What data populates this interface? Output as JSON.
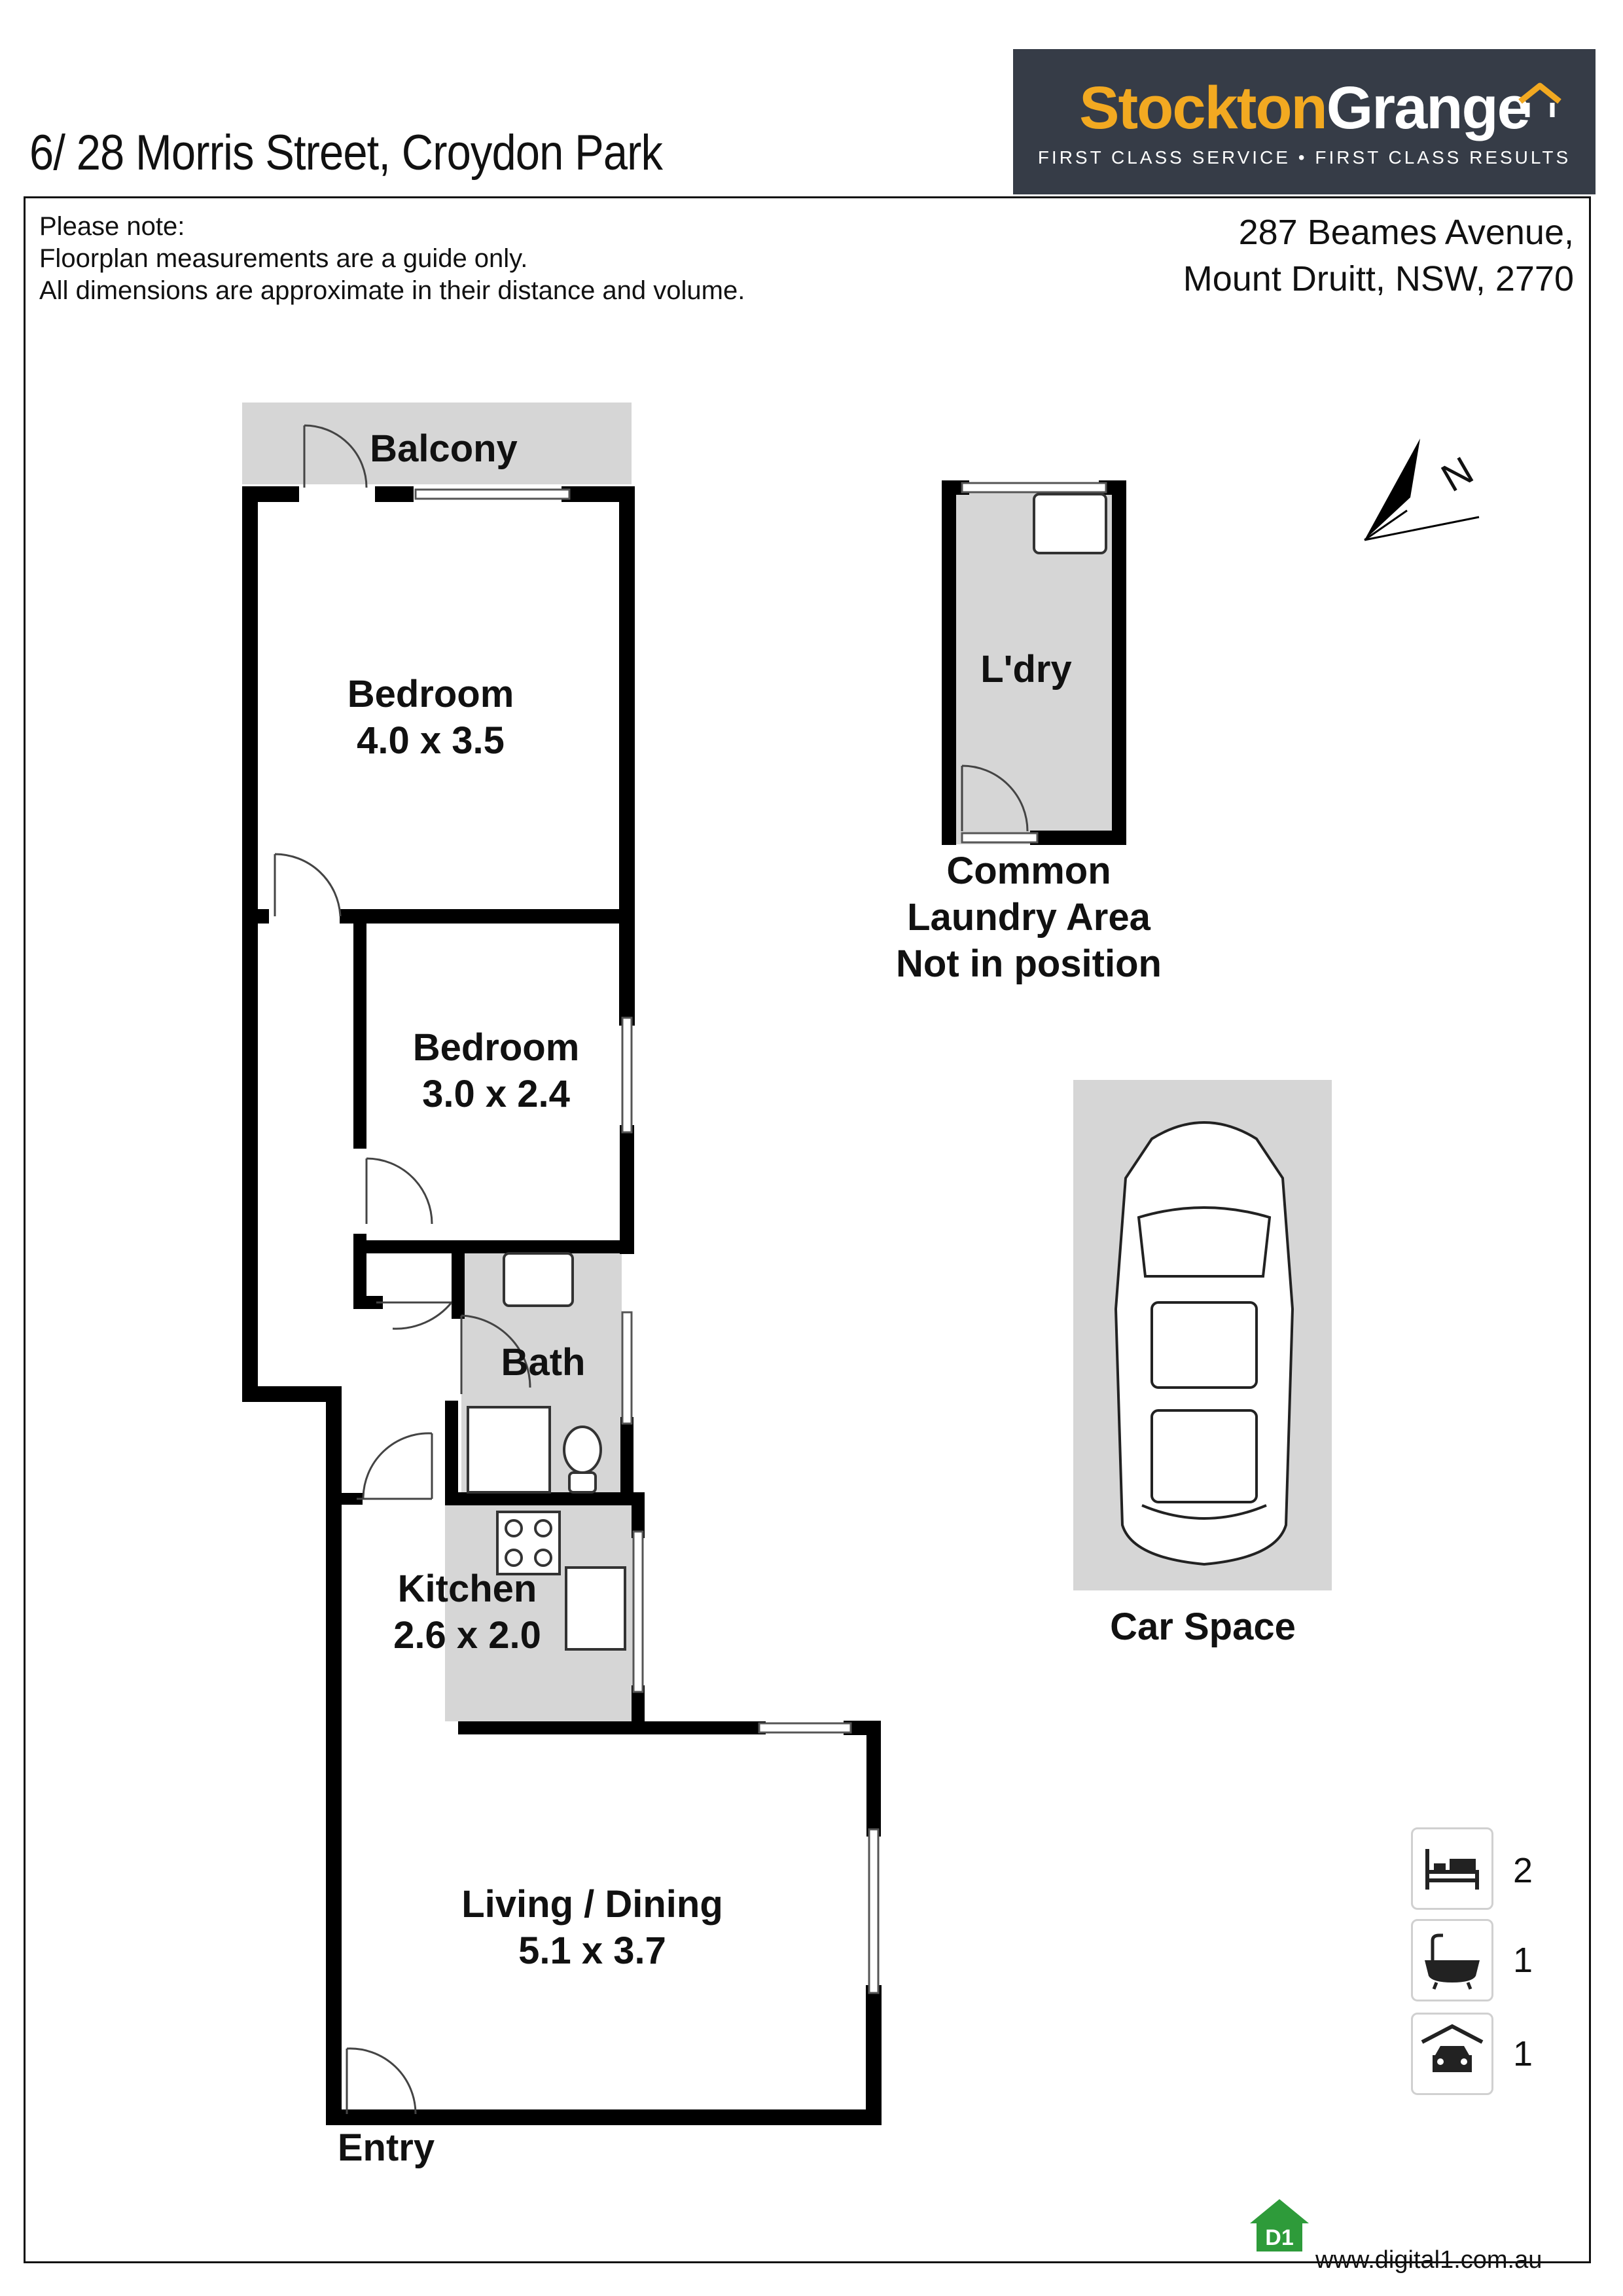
{
  "address": "6/ 28 Morris Street, Croydon Park",
  "brand": {
    "name_part1": "Stockton",
    "name_part2": "Grange",
    "tagline": "FIRST CLASS SERVICE • FIRST CLASS RESULTS",
    "accent_color": "#f2a921",
    "panel_color": "#363c47"
  },
  "notes": [
    "Please note:",
    "Floorplan measurements are a guide only.",
    "All dimensions are approximate in their distance and volume."
  ],
  "office": {
    "line1": "287 Beames Avenue,",
    "line2": "Mount Druitt, NSW, 2770"
  },
  "compass_label": "N",
  "rooms": {
    "balcony": "Balcony",
    "bedroom1_name": "Bedroom",
    "bedroom1_dims": "4.0 x 3.5",
    "bedroom2_name": "Bedroom",
    "bedroom2_dims": "3.0 x 2.4",
    "bath": "Bath",
    "kitchen_name": "Kitchen",
    "kitchen_dims": "2.6 x 2.0",
    "living_name": "Living / Dining",
    "living_dims": "5.1 x 3.7",
    "entry": "Entry",
    "laundry": "L'dry",
    "laundry_note": [
      "Common",
      "Laundry Area",
      "Not in position"
    ],
    "car_space": "Car Space"
  },
  "stats": {
    "bedrooms": "2",
    "bathrooms": "1",
    "car_spaces": "1"
  },
  "footer": {
    "badge": "D1",
    "website": "www.digital1.com.au"
  }
}
